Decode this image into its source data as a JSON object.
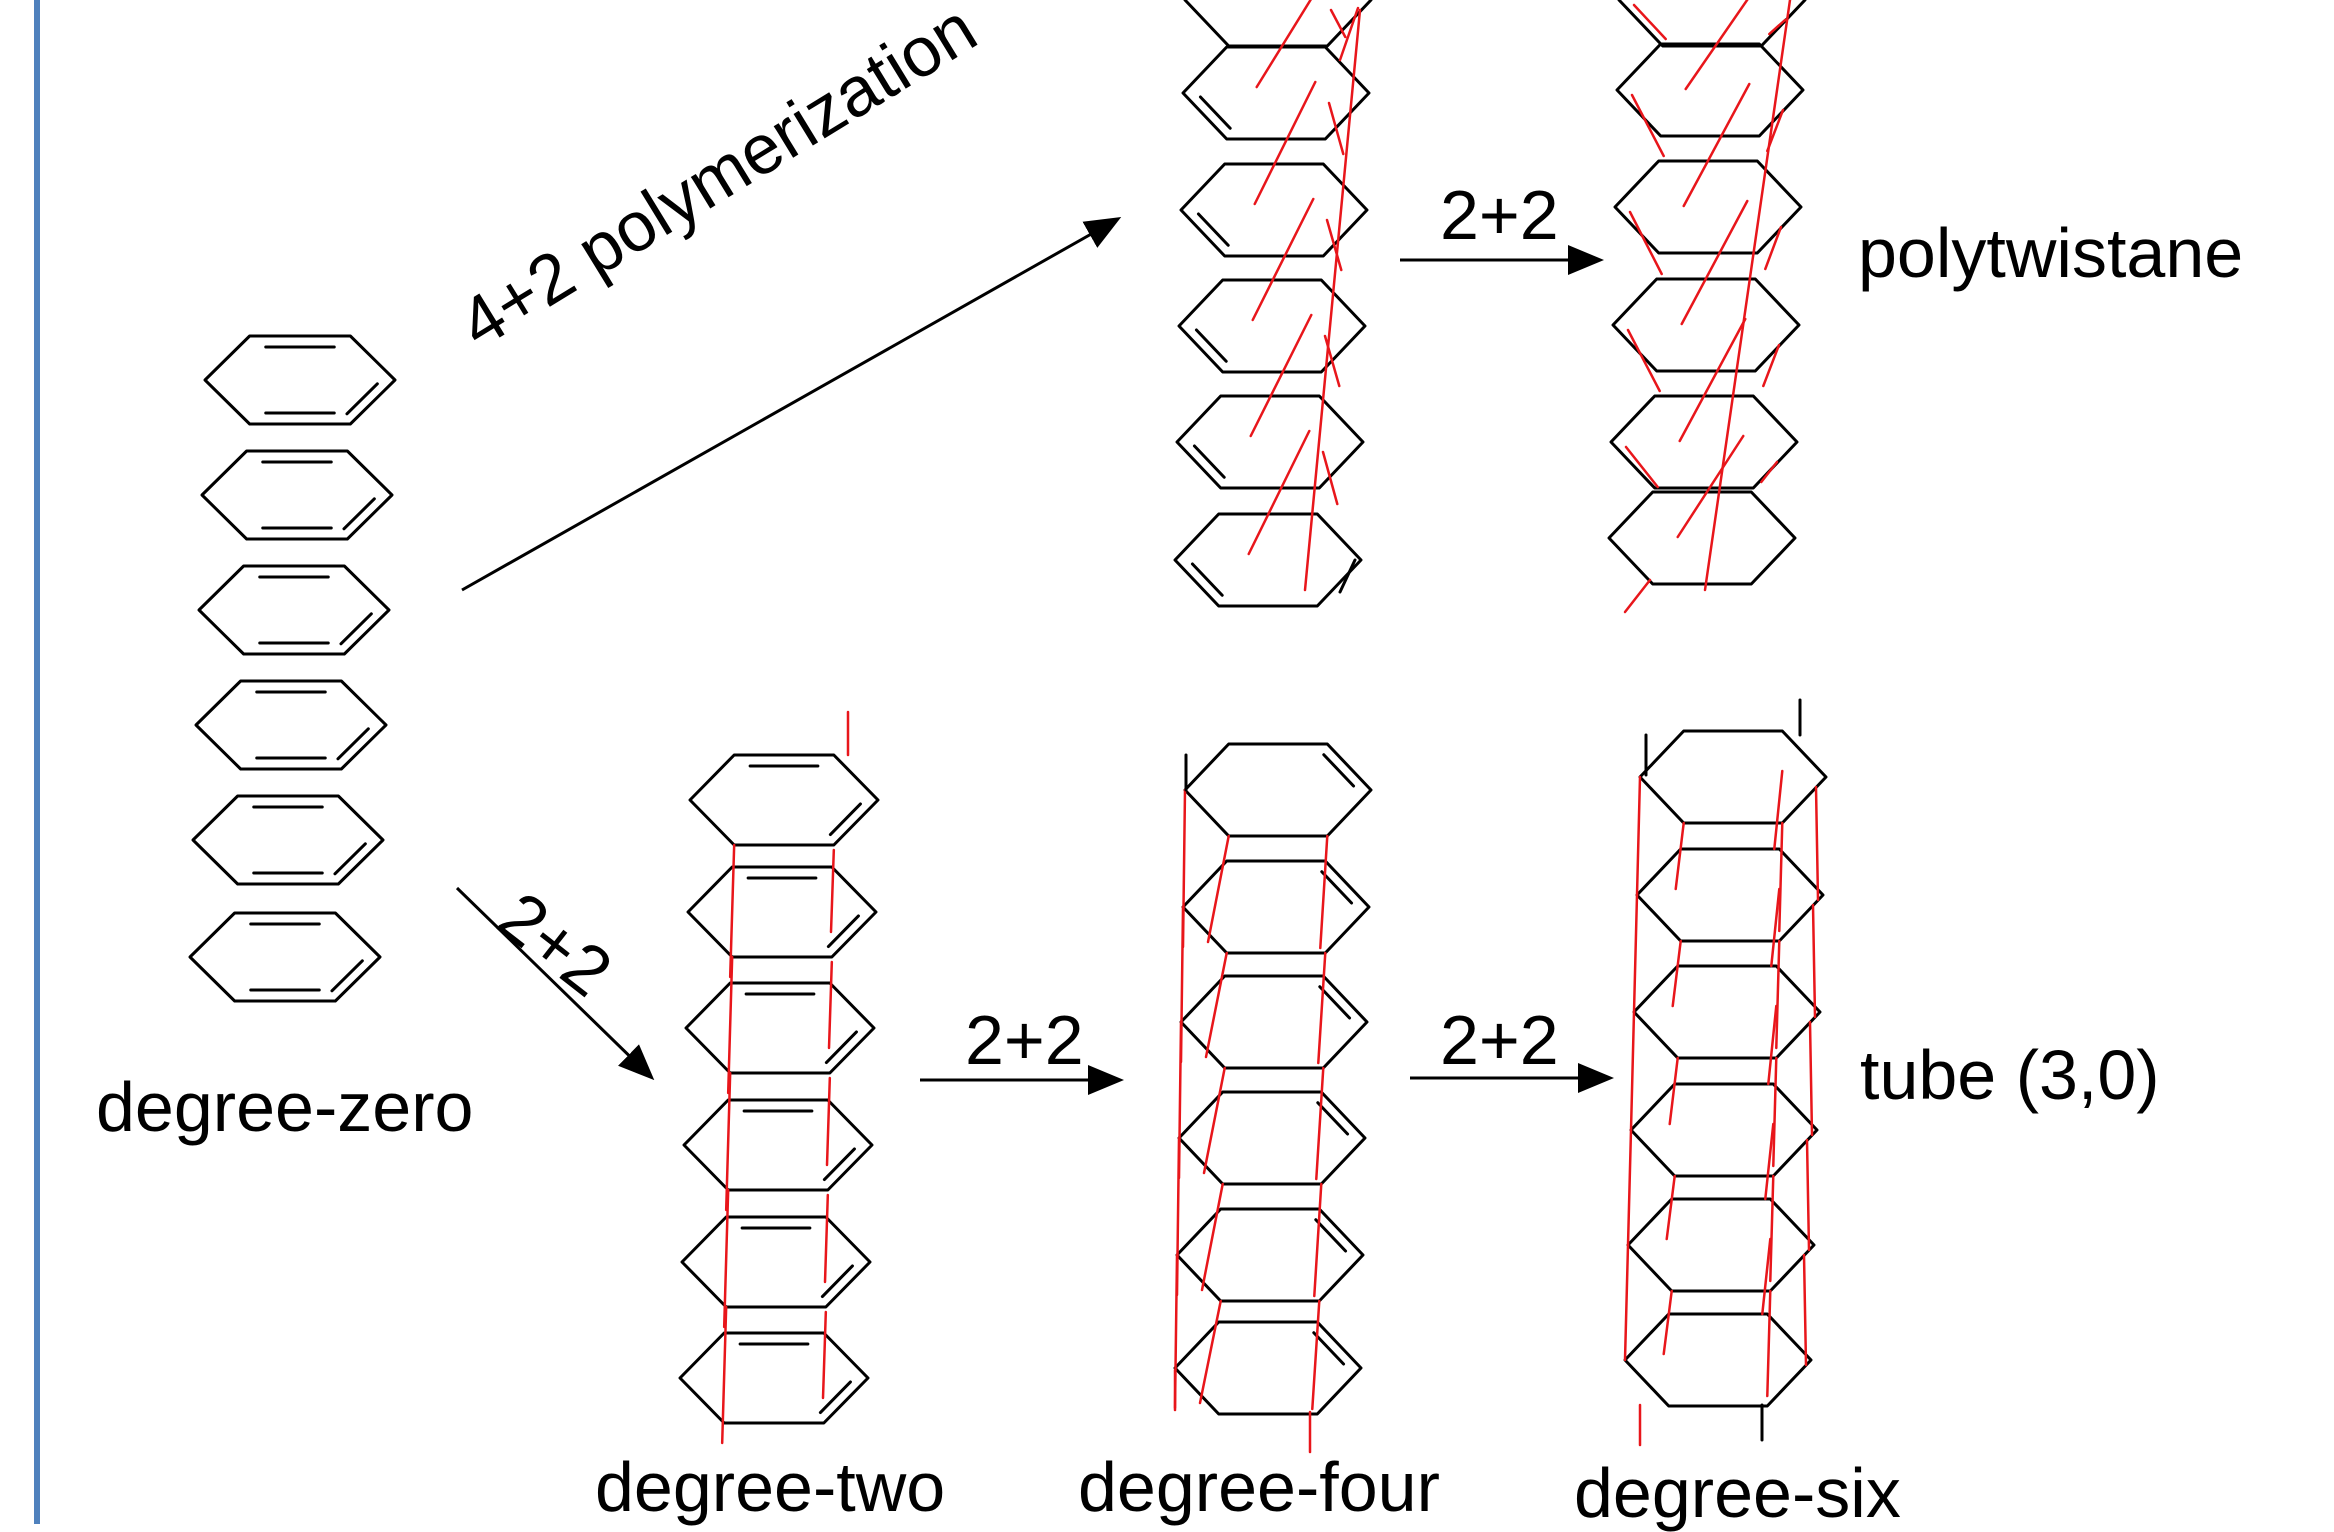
{
  "colors": {
    "bond": "#000000",
    "new_bond": "#e8161b",
    "frame": "#4f81bd"
  },
  "labels": {
    "degree_zero": "degree-zero",
    "degree_two": "degree-two",
    "degree_four": "degree-four",
    "degree_six": "degree-six",
    "polytwistane": "polytwistane",
    "tube": "tube (3,0)"
  },
  "reactions": {
    "polymerization": "4+2 polymerization",
    "step_2_2": "2+2"
  },
  "diagram": {
    "stacks": [
      {
        "id": "degree-zero",
        "rings": 6
      },
      {
        "id": "polymer-intermediate",
        "rings": 6
      },
      {
        "id": "polytwistane",
        "rings": 6
      },
      {
        "id": "degree-two",
        "rings": 6
      },
      {
        "id": "degree-four",
        "rings": 6
      },
      {
        "id": "degree-six",
        "rings": 6
      }
    ]
  }
}
